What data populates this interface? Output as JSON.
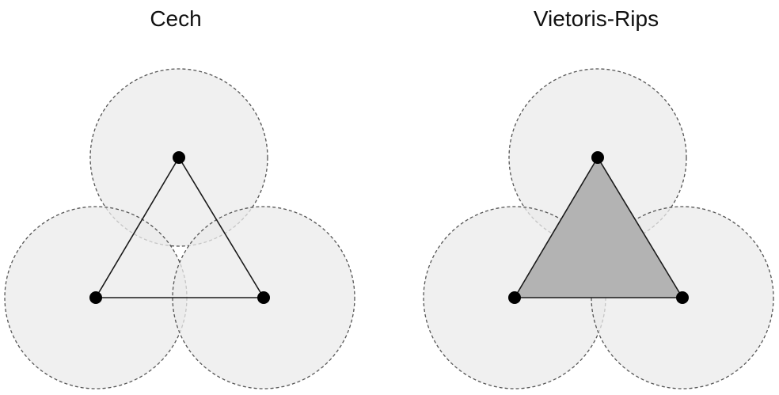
{
  "panels": [
    {
      "id": "cech",
      "title": "Cech",
      "triangle_filled": false
    },
    {
      "id": "vietoris-rips",
      "title": "Vietoris-Rips",
      "triangle_filled": true
    }
  ],
  "colors": {
    "ball_fill": "#ebebeb",
    "ball_stroke": "#555555",
    "edge": "#1a1a1a",
    "vertex": "#000000",
    "simplex_fill": "#b3b3b3"
  }
}
